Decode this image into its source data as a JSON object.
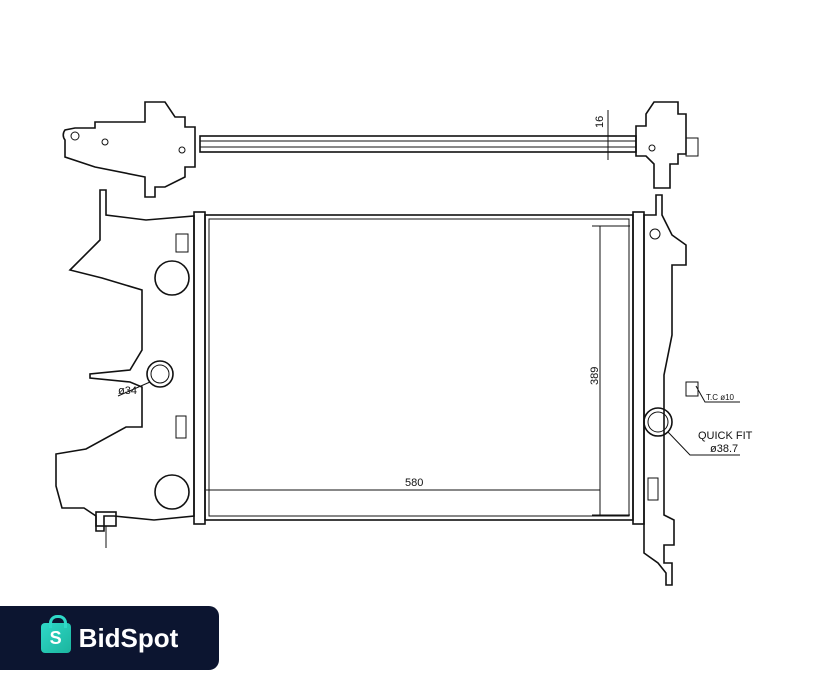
{
  "drawing": {
    "top_dimension": "16",
    "height_dimension": "389",
    "width_dimension": "580",
    "left_outlet": "ø34",
    "sensor_label": "T.C ø10",
    "quick_fit_label": "QUICK FIT",
    "quick_fit_diameter": "ø38.7"
  },
  "watermark": {
    "brand": "BidSpot",
    "icon_letter": "S"
  }
}
